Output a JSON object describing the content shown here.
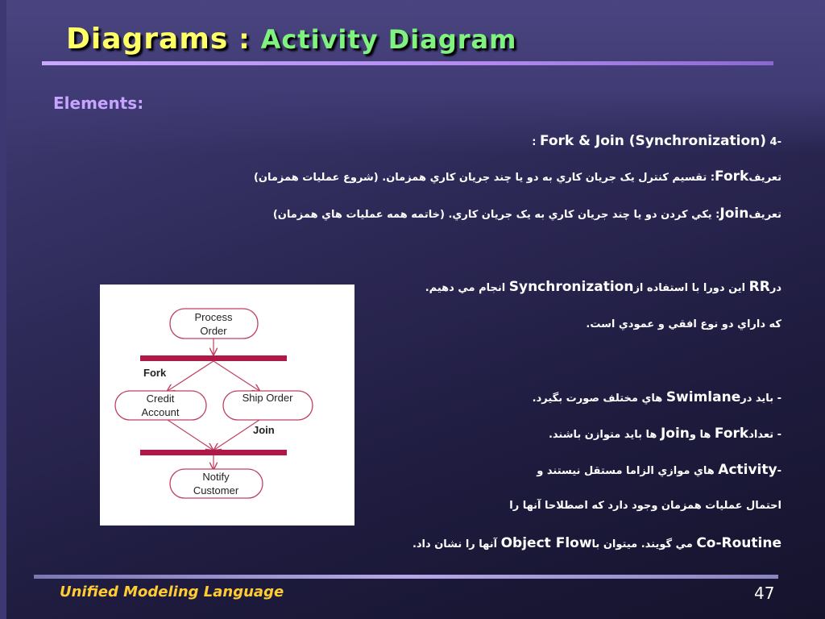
{
  "title": {
    "main": "Diagrams",
    "sep": " : ",
    "sub": "Activity Diagram"
  },
  "section_label": "Elements:",
  "lines": {
    "l1": {
      "prefix": "-4",
      "en": "(Synchronization) Fork & Join",
      "suffix": ":"
    },
    "l2": {
      "prefix": "تعريف",
      "en": "Fork",
      "suffix": ": تقسيم کنترل يک جريان کاري به دو يا چند جريان کاري همزمان. (شروع عمليات همزمان)"
    },
    "l3": {
      "prefix": "تعريف",
      "en": "Join",
      "suffix": ": يکي کردن دو يا چند جريان کاري به يک جريان کاري. (خاتمه همه عمليات هاي همزمان)"
    },
    "l4": {
      "prefix": "در",
      "en1": "RR",
      "mid": " اين دورا با استفاده از",
      "en2": "Synchronization",
      "suffix": " انجام مي دهيم."
    },
    "l5": {
      "text": "که داراي دو نوع افقي و عمودي است."
    },
    "l6": {
      "prefix": "- بايد در",
      "en": "Swimlane",
      "suffix": " هاي مختلف صورت بگيرد."
    },
    "l7": {
      "prefix": "- تعداد",
      "en1": "Fork",
      "mid": " ها و",
      "en2": "Join",
      "suffix": " ها بايد متوازن باشند."
    },
    "l8": {
      "prefix": "-",
      "en": "Activity",
      "suffix": " هاي موازي الزاما مستقل نيستند و"
    },
    "l9": {
      "text": "احتمال عمليات همزمان وجود دارد که اصطلاحا آنها را"
    },
    "l10": {
      "en1": "Co-Routine",
      "mid": " مي گويند. ميتوان با",
      "en2": "Object Flow",
      "suffix": " آنها را نشان داد."
    }
  },
  "diagram": {
    "process_order_1": "Process",
    "process_order_2": "Order",
    "fork_label": "Fork",
    "credit_account_1": "Credit",
    "credit_account_2": "Account",
    "ship_order": "Ship Order",
    "join_label": "Join",
    "notify_customer_1": "Notify",
    "notify_customer_2": "Customer"
  },
  "footer": {
    "left": "Unified Modeling Language",
    "page": "47"
  },
  "colors": {
    "title": "#ffff66",
    "subtitle": "#7ff27f",
    "label": "#c7a4ff",
    "footer": "#ffcc33",
    "bar": "#b01848"
  }
}
